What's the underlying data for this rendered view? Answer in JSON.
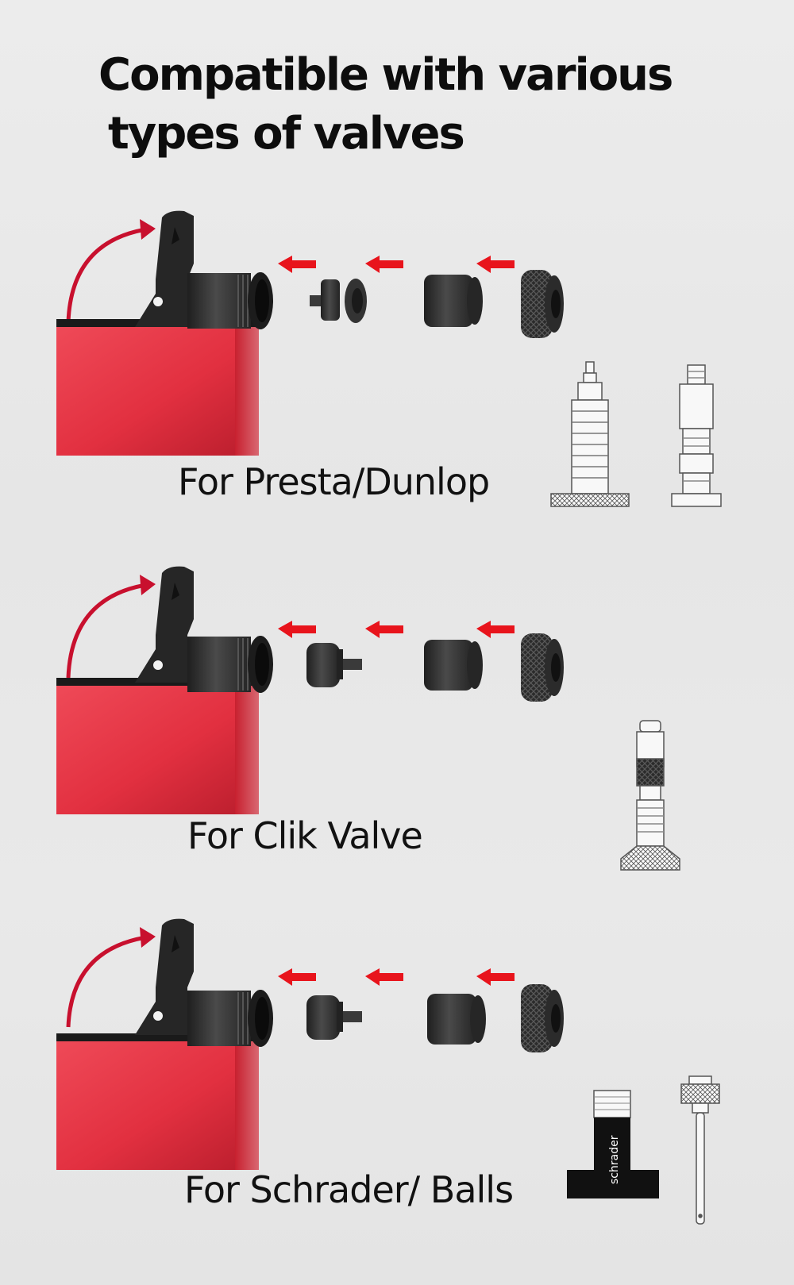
{
  "title": {
    "line1": "Compatible with various",
    "line2": "types of valves"
  },
  "sections": [
    {
      "caption": "For Presta/Dunlop",
      "valves": [
        "presta-valve-icon",
        "dunlop-valve-icon"
      ]
    },
    {
      "caption": "For Clik Valve",
      "valves": [
        "clik-valve-icon"
      ]
    },
    {
      "caption": "For Schrader/ Balls",
      "valves": [
        "schrader-adapter-icon",
        "ball-needle-icon"
      ]
    }
  ],
  "schrader_label": "schrader",
  "colors": {
    "pump_red": "#e23545",
    "arrow_red": "#e8141c",
    "curve_red": "#c8102e",
    "part_dark": "#2a2a2a",
    "background": "#e8e8e8"
  }
}
